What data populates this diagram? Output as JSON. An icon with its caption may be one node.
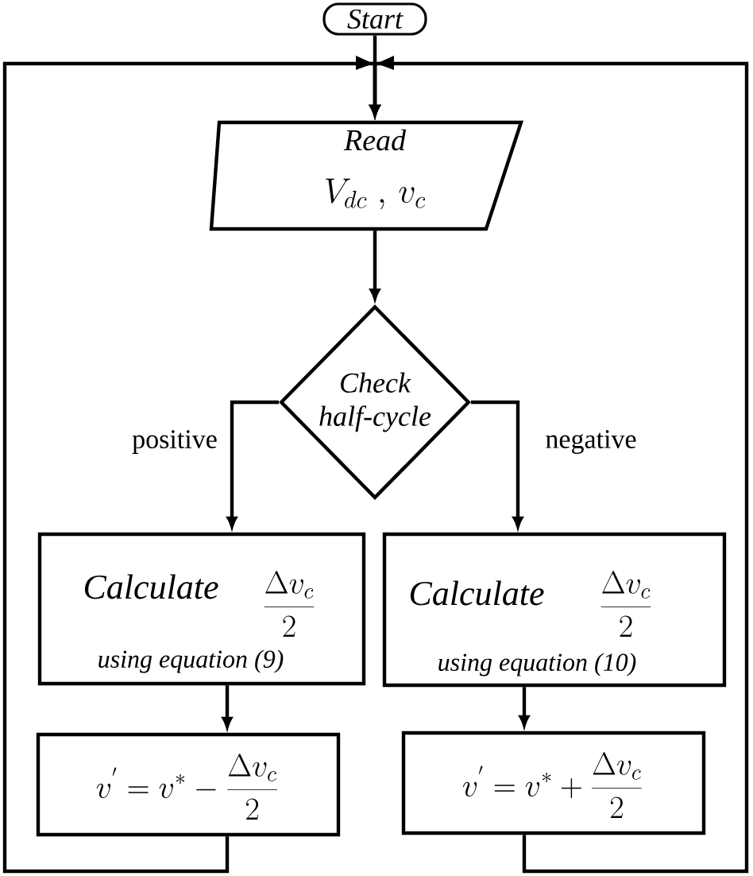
{
  "diagram": {
    "nodes": [
      {
        "text": [
          "Start"
        ]
      },
      {
        "text": [
          "Read",
          "V_{dc}\\;,\\,v_c"
        ]
      },
      {
        "text": [
          "Check half-cycle"
        ]
      },
      {
        "text": [
          "Calculate",
          "\\frac{\\Delta v_c}{2}",
          "using equation (9)"
        ]
      },
      {
        "text": [
          "Calculate",
          "\\frac{\\Delta v_c}{2}",
          "using equation (10)"
        ]
      },
      {
        "text": [
          "v^{'} = v^{*} - \\frac{\\Delta v_c}{2}"
        ]
      },
      {
        "text": [
          "v^{'} = v^{*} + \\frac{\\Delta v_c}{2}"
        ]
      }
    ],
    "edges": [
      {
        "from": 0,
        "to": 1,
        "arrow": "to"
      },
      {
        "from": 1,
        "to": 2,
        "arrow": "to"
      },
      {
        "from": 2,
        "to": 3,
        "arrow": "to",
        "label": "positive"
      },
      {
        "from": 2,
        "to": 4,
        "arrow": "to",
        "label": "negative"
      },
      {
        "from": 3,
        "to": 5,
        "arrow": "to"
      },
      {
        "from": 4,
        "to": 6,
        "arrow": "to"
      },
      {
        "from": 5,
        "to": 1,
        "arrow": "to"
      },
      {
        "from": 6,
        "to": 1,
        "arrow": "to"
      }
    ]
  }
}
